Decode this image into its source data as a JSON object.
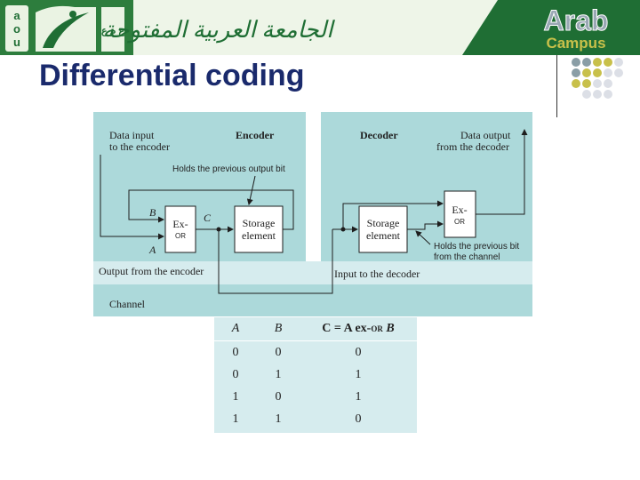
{
  "header": {
    "brand_word": "Arab",
    "brand_sub": "Campus",
    "logo_letters": [
      "a",
      "o",
      "u"
    ],
    "logo_glyph": "ع م ع",
    "calligraphy": "الجامعة العربية المفتوحة",
    "colors": {
      "banner_green": "#1f6e34",
      "banner_light": "#eaf3e3",
      "brand_text": "#9aa7b4"
    }
  },
  "slide": {
    "title": "Differential coding"
  },
  "diagram": {
    "encoder": {
      "data_input": "Data input",
      "data_input_2": "to the encoder",
      "title": "Encoder",
      "hold_note": "Holds the previous output bit",
      "label_b": "B",
      "label_c": "C",
      "label_a": "A",
      "xor_1": "Ex-",
      "xor_2": "OR",
      "storage_1": "Storage",
      "storage_2": "element",
      "output": "Output from the encoder"
    },
    "decoder": {
      "title": "Decoder",
      "data_output": "Data output",
      "data_output_2": "from the decoder",
      "xor_1": "Ex-",
      "xor_2": "OR",
      "storage_1": "Storage",
      "storage_2": "element",
      "hold_note_1": "Holds the previous bit",
      "hold_note_2": "from the channel",
      "input": "Input to the decoder"
    },
    "channel": "Channel",
    "colors": {
      "panel": "#acd9da",
      "pale": "#d6ecee",
      "line": "#1e1e1e"
    }
  },
  "truth_table": {
    "headers": {
      "a": "A",
      "b": "B",
      "c_prefix": "C = A",
      "c_op": "ex-",
      "c_or": "OR",
      "c_b": "B"
    },
    "rows": [
      [
        "0",
        "0",
        "0"
      ],
      [
        "0",
        "1",
        "1"
      ],
      [
        "1",
        "0",
        "1"
      ],
      [
        "1",
        "1",
        "0"
      ]
    ]
  }
}
